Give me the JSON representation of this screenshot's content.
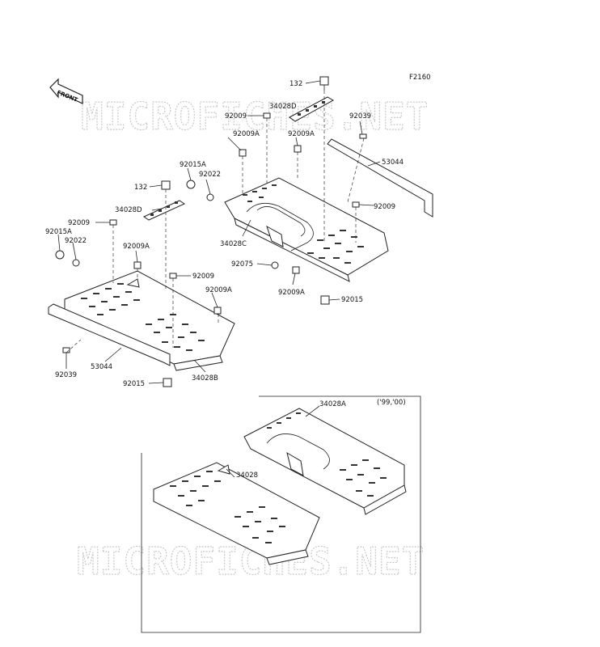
{
  "figure_code": "F2160",
  "front_label": "FRONT",
  "year_note": "('99,'00)",
  "watermark": "MICROFICHES.NET",
  "callouts": {
    "c132_top": "132",
    "c92009_top": "92009",
    "c34028D_top": "34028D",
    "c92009A_r1": "92009A",
    "c92009A_r2": "92009A",
    "c92039_top": "92039",
    "c53044_right": "53044",
    "c92015A_mid": "92015A",
    "c92022_mid": "92022",
    "c92009_r3": "92009",
    "c132_mid": "132",
    "c34028D_mid": "34028D",
    "c34028C": "34028C",
    "c92075": "92075",
    "c92009A_r4": "92009A",
    "c92015_right": "92015",
    "c92009_left": "92009",
    "c92015A_left": "92015A",
    "c92022_left": "92022",
    "c92009A_left": "92009A",
    "c92009_leftmid": "92009",
    "c92009A_leftlow": "92009A",
    "c92039_left": "92039",
    "c53044_left": "53044",
    "c92015_left": "92015",
    "c34028B": "34028B",
    "c34028A": "34028A",
    "c34028": "34028"
  }
}
